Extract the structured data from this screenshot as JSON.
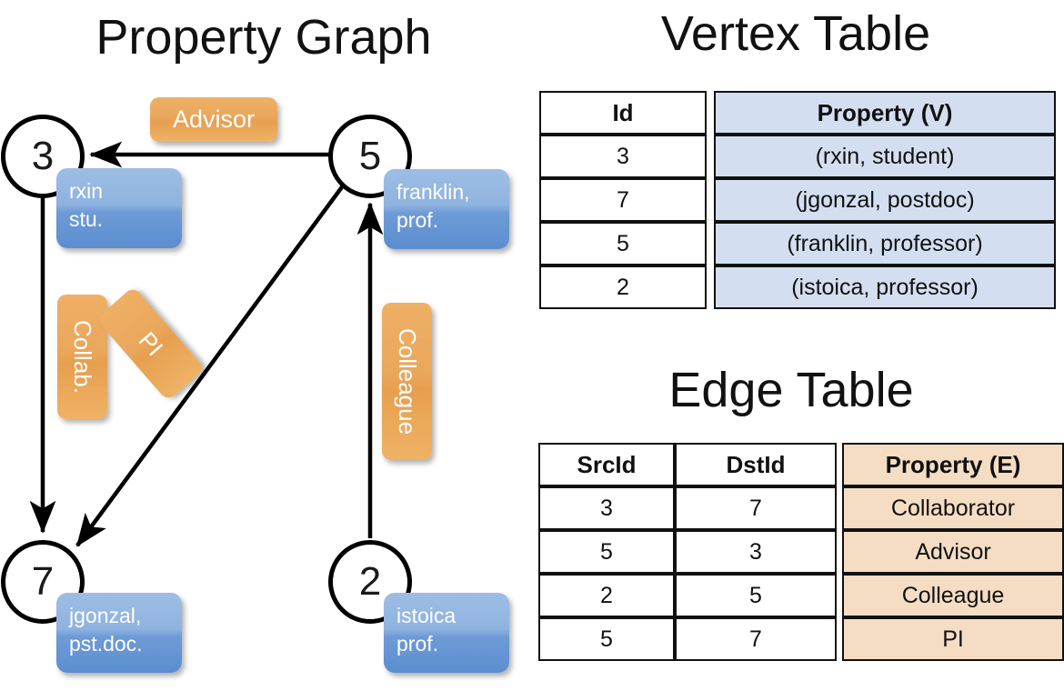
{
  "titles": {
    "property_graph": "Property Graph",
    "vertex_table": "Vertex Table",
    "edge_table": "Edge Table"
  },
  "graph": {
    "nodes": [
      {
        "id": "3",
        "property": "rxin\nstu."
      },
      {
        "id": "5",
        "property": "franklin,\nprof."
      },
      {
        "id": "7",
        "property": "jgonzal,\npst.doc."
      },
      {
        "id": "2",
        "property": "istoica\nprof."
      }
    ],
    "node_labels": {
      "n3": "3",
      "n5": "5",
      "n7": "7",
      "n2": "2"
    },
    "vertex_boxes": {
      "rxin_line1": "rxin",
      "rxin_line2": "stu.",
      "franklin_line1": "franklin,",
      "franklin_line2": "prof.",
      "jgonzal_line1": "jgonzal,",
      "jgonzal_line2": "pst.doc.",
      "istoica_line1": "istoica",
      "istoica_line2": "prof."
    },
    "edge_labels": {
      "advisor": "Advisor",
      "collab": "Collab.",
      "pi": "PI",
      "colleague": "Colleague"
    },
    "edges": [
      {
        "src": "5",
        "dst": "3",
        "label": "Advisor"
      },
      {
        "src": "3",
        "dst": "7",
        "label": "Collab."
      },
      {
        "src": "5",
        "dst": "7",
        "label": "PI"
      },
      {
        "src": "2",
        "dst": "5",
        "label": "Colleague"
      }
    ]
  },
  "vertex_table": {
    "headers": [
      "Id",
      "Property (V)"
    ],
    "rows": [
      {
        "id": "3",
        "property": "(rxin, student)"
      },
      {
        "id": "7",
        "property": "(jgonzal, postdoc)"
      },
      {
        "id": "5",
        "property": "(franklin, professor)"
      },
      {
        "id": "2",
        "property": "(istoica, professor)"
      }
    ]
  },
  "edge_table": {
    "headers": [
      "SrcId",
      "DstId",
      "Property (E)"
    ],
    "rows": [
      {
        "src": "3",
        "dst": "7",
        "property": "Collaborator"
      },
      {
        "src": "5",
        "dst": "3",
        "property": "Advisor"
      },
      {
        "src": "2",
        "dst": "5",
        "property": "Colleague"
      },
      {
        "src": "5",
        "dst": "7",
        "property": "PI"
      }
    ]
  },
  "colors": {
    "vertex_box": "#7ca8dd",
    "edge_box": "#eaa75c",
    "vertex_table_prop_bg": "#d3dff1",
    "edge_table_prop_bg": "#f5ddc3",
    "stroke": "#000000"
  }
}
